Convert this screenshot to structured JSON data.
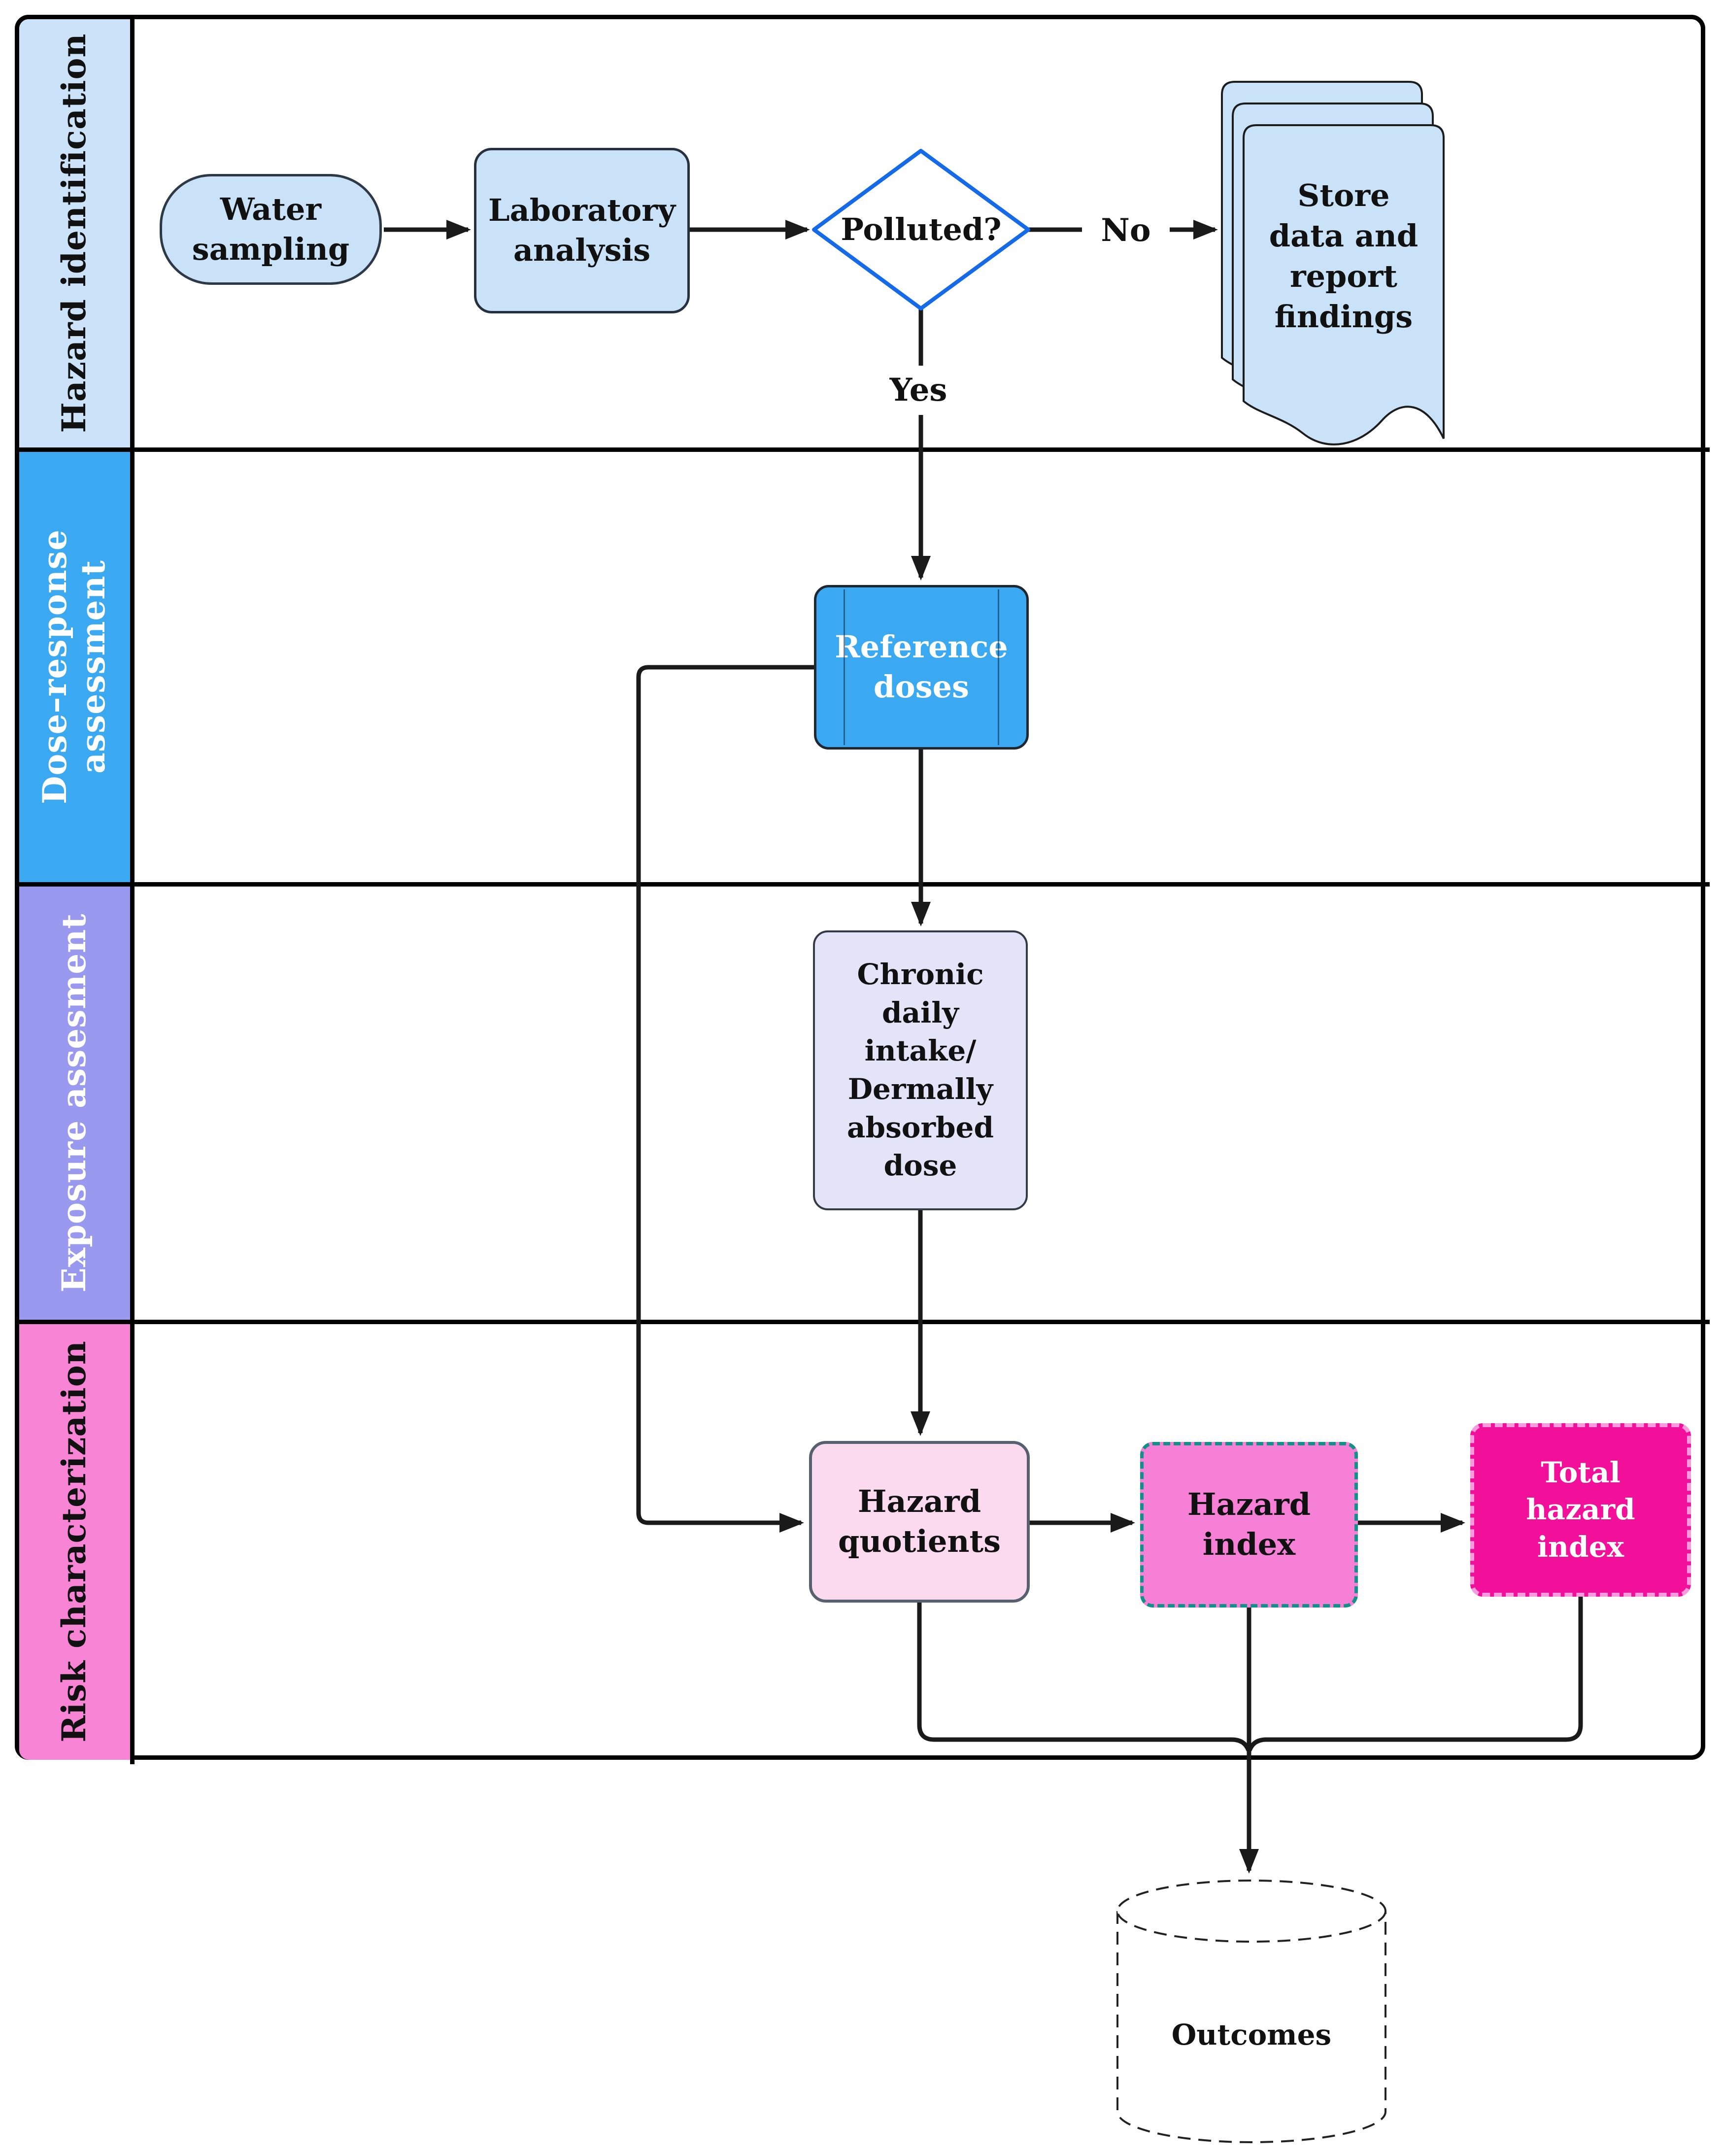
{
  "diagram_type": "swimlane-flowchart",
  "lanes": [
    {
      "id": "hazard-identification",
      "label": "Hazard identification",
      "band_color": "#CBE2F8",
      "text_color": "#111111"
    },
    {
      "id": "dose-response-assessment",
      "label": "Dose–response\nassessment",
      "band_color": "#3BA8F2",
      "text_color": "#FFFFFF"
    },
    {
      "id": "exposure-assesment",
      "label": "Exposure assesment",
      "band_color": "#9A99F0",
      "text_color": "#FFFFFF"
    },
    {
      "id": "risk-characterization",
      "label": "Risk characterization",
      "band_color": "#F884D6",
      "text_color": "#111111"
    }
  ],
  "nodes": {
    "water_sampling": {
      "label": "Water\nsampling",
      "shape": "rounded-terminator",
      "fill": "#C9E2F8"
    },
    "laboratory_analysis": {
      "label": "Laboratory\nanalysis",
      "shape": "rounded-rect",
      "fill": "#C9E2F8"
    },
    "polluted": {
      "label": "Polluted?",
      "shape": "decision-diamond",
      "fill": "#FFFFFF",
      "border": "#156AE8"
    },
    "store_data": {
      "label": "Store\ndata and\nreport\nfindings",
      "shape": "multi-document",
      "fill": "#C9E2F8"
    },
    "reference_doses": {
      "label": "Reference\ndoses",
      "shape": "predefined-process",
      "fill": "#3BA8F2"
    },
    "chronic_daily_intake": {
      "label": "Chronic\ndaily\nintake/\nDermally\nabsorbed\ndose",
      "shape": "rounded-rect",
      "fill": "#E4E4F9"
    },
    "hazard_quotients": {
      "label": "Hazard\nquotients",
      "shape": "rounded-rect",
      "fill": "#FBDAF0"
    },
    "hazard_index": {
      "label": "Hazard\nindex",
      "shape": "dashed-rect",
      "fill": "#F780D7",
      "border": "#12908A"
    },
    "total_hazard_index": {
      "label": "Total\nhazard\nindex",
      "shape": "dashed-rect",
      "fill": "#F2109B",
      "border": "#F79BDD"
    },
    "outcomes": {
      "label": "Outcomes",
      "shape": "dashed-cylinder",
      "fill": "#FFFFFF"
    }
  },
  "edge_labels": {
    "yes": "Yes",
    "no": "No"
  },
  "palette": {
    "line": "#1A1A1A",
    "frame": "#000000",
    "light_blue": "#C9E2F8",
    "azure": "#3BA8F2",
    "purple": "#9A99F0",
    "lane_pink": "#F884D6",
    "lavender": "#E4E4F9",
    "pale_pink": "#FBDAF0",
    "mid_pink": "#F780D7",
    "magenta": "#F2109B",
    "teal_dash": "#12908A",
    "diamond_blue": "#156AE8"
  }
}
